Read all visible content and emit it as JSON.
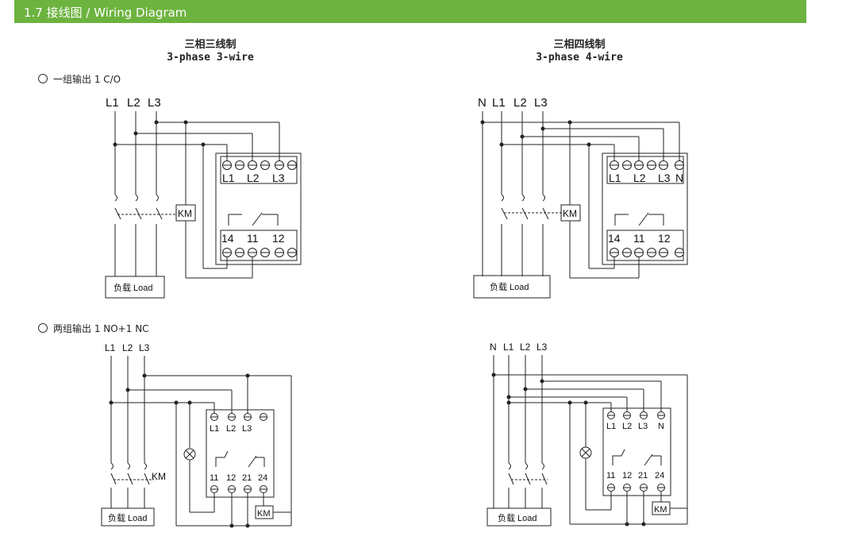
{
  "header": {
    "title": "1.7 接线图 / Wiring Diagram"
  },
  "sections": {
    "three_wire": {
      "title_zh": "三相三线制",
      "title_en": "3-phase 3-wire"
    },
    "four_wire": {
      "title_zh": "三相四线制",
      "title_en": "3-phase 4-wire"
    }
  },
  "options": {
    "co": "一组输出 1 C/O",
    "nonc": "两组输出 1 NO+1 NC"
  },
  "labels": {
    "l1": "L1",
    "l2": "L2",
    "l3": "L3",
    "n": "N",
    "km": "KM",
    "load": "负载 Load",
    "t14": "14",
    "t11": "11",
    "t12": "12",
    "t21": "21",
    "t24": "24"
  }
}
